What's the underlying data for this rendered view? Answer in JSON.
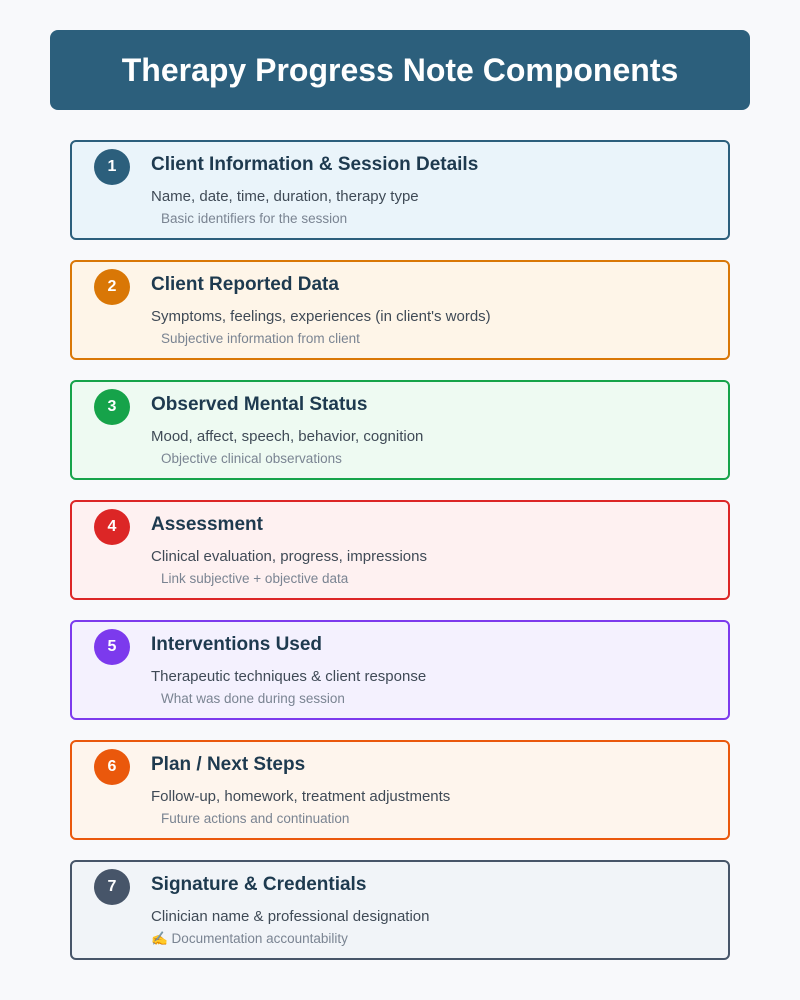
{
  "header": {
    "title": "Therapy Progress Note Components",
    "background": "#2c5f7c"
  },
  "components": [
    {
      "number": "1",
      "title": "Client Information & Session Details",
      "description": "Name, date, time, duration, therapy type",
      "note": "Basic identifiers for the session",
      "accent": "#2c5f7c",
      "fill": "#eaf4fa"
    },
    {
      "number": "2",
      "title": "Client Reported Data",
      "description": "Symptoms, feelings, experiences (in client's words)",
      "note": "Subjective information from client",
      "accent": "#d97706",
      "fill": "#fef5e8"
    },
    {
      "number": "3",
      "title": "Observed Mental Status",
      "description": "Mood, affect, speech, behavior, cognition",
      "note": "Objective clinical observations",
      "accent": "#16a34a",
      "fill": "#eefaf2"
    },
    {
      "number": "4",
      "title": "Assessment",
      "description": "Clinical evaluation, progress, impressions",
      "note": "Link subjective + objective data",
      "accent": "#dc2626",
      "fill": "#fef1f1"
    },
    {
      "number": "5",
      "title": "Interventions Used",
      "description": "Therapeutic techniques & client response",
      "note": "What was done during session",
      "accent": "#7c3aed",
      "fill": "#f4f1fe"
    },
    {
      "number": "6",
      "title": "Plan / Next Steps",
      "description": "Follow-up, homework, treatment adjustments",
      "note": "Future actions and continuation",
      "accent": "#ea580c",
      "fill": "#fef5ed"
    },
    {
      "number": "7",
      "title": "Signature & Credentials",
      "description": "Clinician name & professional designation",
      "note": "✍ Documentation accountability",
      "note_icon": "writing-hand-icon",
      "accent": "#475569",
      "fill": "#f1f4f8"
    }
  ]
}
